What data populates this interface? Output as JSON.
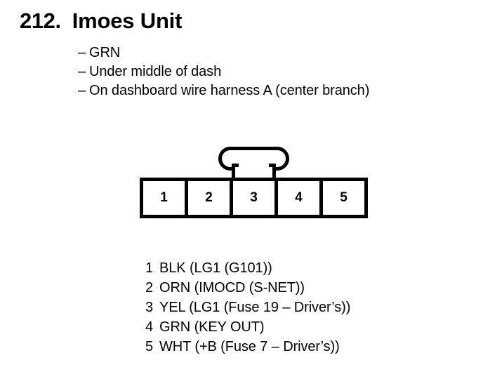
{
  "heading": {
    "number": "212.",
    "title": "Imoes Unit"
  },
  "notes": {
    "dash": "–",
    "items": [
      {
        "text": "GRN"
      },
      {
        "text": "Under middle of dash"
      },
      {
        "text": "On dashboard wire harness A (center branch)"
      }
    ]
  },
  "connector": {
    "pins": [
      {
        "number": "1"
      },
      {
        "number": "2"
      },
      {
        "number": "3"
      },
      {
        "number": "4"
      },
      {
        "number": "5"
      }
    ]
  },
  "legend": {
    "rows": [
      {
        "number": "1",
        "description": "BLK (LG1 (G101))"
      },
      {
        "number": "2",
        "description": "ORN (IMOCD (S-NET))"
      },
      {
        "number": "3",
        "description": "YEL (LG1 (Fuse 19 – Driver’s))"
      },
      {
        "number": "4",
        "description": "GRN (KEY OUT)"
      },
      {
        "number": "5",
        "description": "WHT (+B (Fuse 7 – Driver’s))"
      }
    ]
  },
  "colors": {
    "ink": "#000000",
    "background": "#ffffff"
  }
}
